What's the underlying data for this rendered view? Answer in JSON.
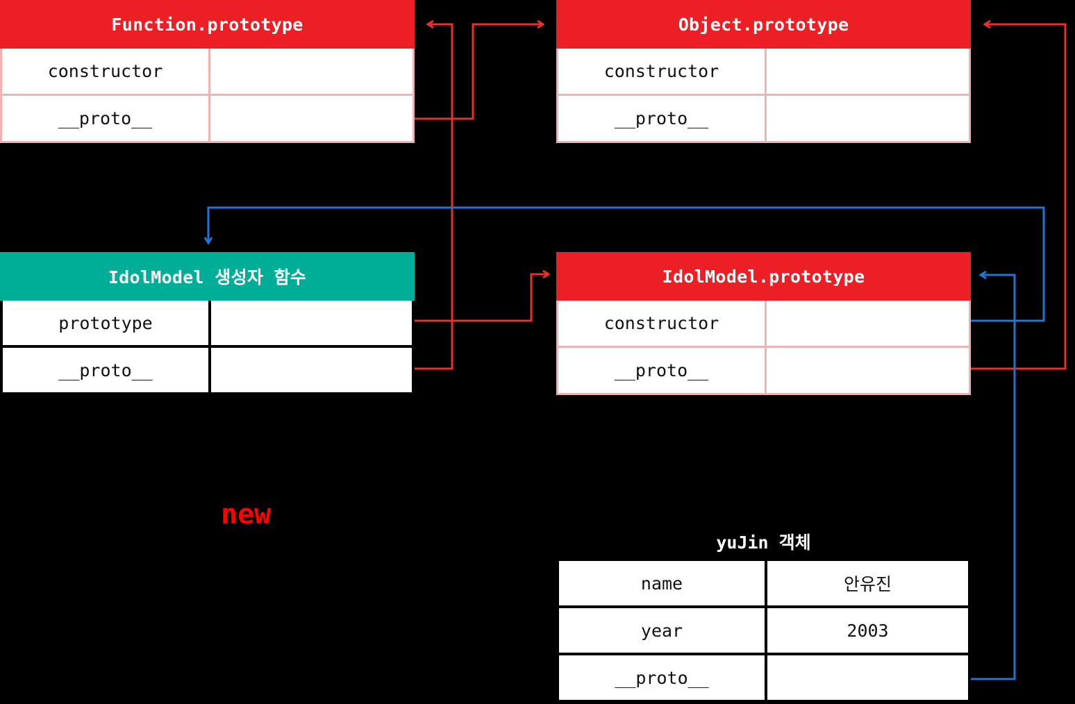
{
  "colors": {
    "red": "#ec2024",
    "red_border": "#f0b3b3",
    "green": "#00ad97",
    "blue": "#2176d2",
    "wire_red": "#e8302e",
    "label_red": "#ff0000",
    "background": "#000000",
    "cell_bg": "#ffffff",
    "grid_black": "#000000"
  },
  "boxes": {
    "function_prototype": {
      "title": "Function.prototype",
      "rows": [
        {
          "key": "constructor",
          "value": ""
        },
        {
          "key": "__proto__",
          "value": ""
        }
      ]
    },
    "object_prototype": {
      "title": "Object.prototype",
      "rows": [
        {
          "key": "constructor",
          "value": ""
        },
        {
          "key": "__proto__",
          "value": ""
        }
      ]
    },
    "idolmodel_constructor": {
      "title": "IdolModel 생성자 함수",
      "rows": [
        {
          "key": "prototype",
          "value": ""
        },
        {
          "key": "__proto__",
          "value": ""
        }
      ]
    },
    "idolmodel_prototype": {
      "title": "IdolModel.prototype",
      "rows": [
        {
          "key": "constructor",
          "value": ""
        },
        {
          "key": "__proto__",
          "value": ""
        }
      ]
    },
    "yujin_object": {
      "title": "yuJin 객체",
      "rows": [
        {
          "key": "name",
          "value": "안유진"
        },
        {
          "key": "year",
          "value": "2003"
        },
        {
          "key": "__proto__",
          "value": ""
        }
      ]
    }
  },
  "labels": {
    "new_operator": "new"
  }
}
